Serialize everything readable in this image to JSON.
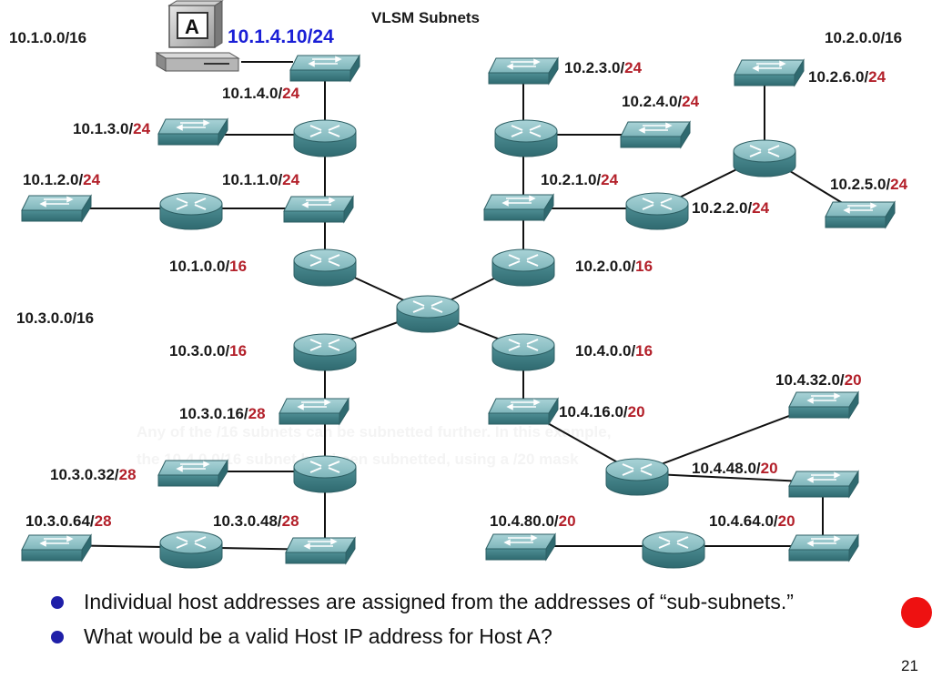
{
  "diagram": {
    "title": "VLSM Subnets",
    "host": {
      "letter": "A",
      "ip": "10.1.4.10/24"
    },
    "watermark_lines": [
      "Any of the /16 subnets can be subnetted further. In this example,",
      "the 10.4.0.0/16 subnet has been subnetted, using a /20 mask"
    ],
    "region_labels": [
      {
        "text": "10.1.0.0/16"
      },
      {
        "text": "10.2.0.0/16"
      },
      {
        "text": "10.3.0.0/16"
      }
    ],
    "subnet_labels": [
      {
        "net": "10.1.4.0/",
        "prefix": "24"
      },
      {
        "net": "10.1.3.0/",
        "prefix": "24"
      },
      {
        "net": "10.1.2.0/",
        "prefix": "24"
      },
      {
        "net": "10.1.1.0/",
        "prefix": "24"
      },
      {
        "net": "10.1.0.0/",
        "prefix": "16"
      },
      {
        "net": "10.2.3.0/",
        "prefix": "24"
      },
      {
        "net": "10.2.4.0/",
        "prefix": "24"
      },
      {
        "net": "10.2.6.0/",
        "prefix": "24"
      },
      {
        "net": "10.2.1.0/",
        "prefix": "24"
      },
      {
        "net": "10.2.5.0/",
        "prefix": "24"
      },
      {
        "net": "10.2.2.0/",
        "prefix": "24"
      },
      {
        "net": "10.2.0.0/",
        "prefix": "16"
      },
      {
        "net": "10.3.0.0/",
        "prefix": "16"
      },
      {
        "net": "10.4.0.0/",
        "prefix": "16"
      },
      {
        "net": "10.3.0.16/",
        "prefix": "28"
      },
      {
        "net": "10.4.16.0/",
        "prefix": "20"
      },
      {
        "net": "10.4.32.0/",
        "prefix": "20"
      },
      {
        "net": "10.3.0.32/",
        "prefix": "28"
      },
      {
        "net": "10.4.48.0/",
        "prefix": "20"
      },
      {
        "net": "10.3.0.64/",
        "prefix": "28"
      },
      {
        "net": "10.3.0.48/",
        "prefix": "28"
      },
      {
        "net": "10.4.80.0/",
        "prefix": "20"
      },
      {
        "net": "10.4.64.0/",
        "prefix": "20"
      }
    ]
  },
  "bullets": [
    "Individual host addresses are assigned from the addresses of “sub-subnets.”",
    "What would be a valid Host IP address for Host A?"
  ],
  "slide_number": "21",
  "colors": {
    "device_teal": "#4f8f95",
    "prefix_red": "#b3202a",
    "host_ip_blue": "#1a1fd6",
    "bullet_blue": "#1f1fa8",
    "record_red": "#ee1111"
  }
}
